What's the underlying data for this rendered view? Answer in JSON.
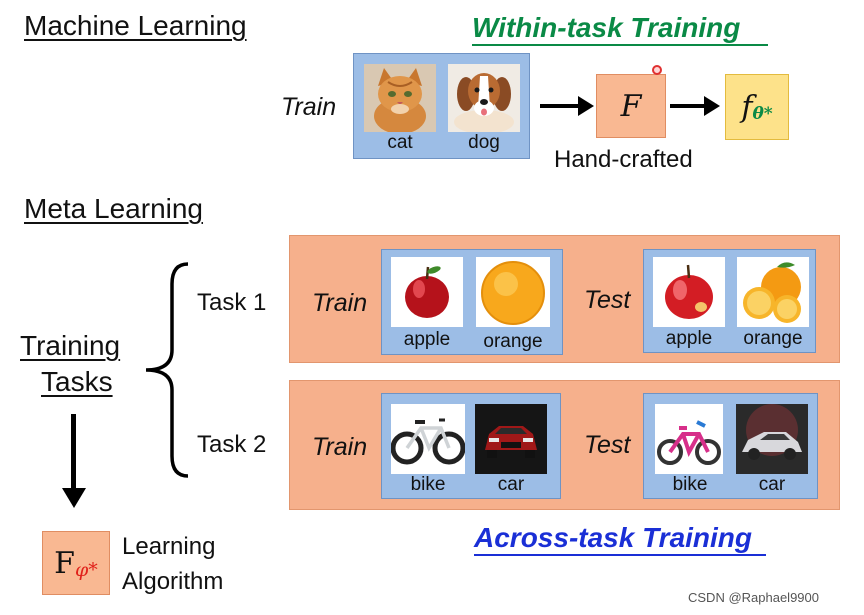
{
  "top": {
    "machine_learning_heading": "Machine Learning",
    "within_task_title": "Within-task Training",
    "train_label": "Train",
    "images": [
      {
        "caption": "cat",
        "icon": "cat-photo-icon"
      },
      {
        "caption": "dog",
        "icon": "dog-photo-icon"
      }
    ],
    "f_label": "F",
    "hand_crafted_label": "Hand-crafted",
    "f_theta_symbol": "f",
    "f_theta_subscript": "θ*"
  },
  "meta": {
    "meta_learning_heading": "Meta Learning",
    "training_tasks_line1": "Training",
    "training_tasks_line2": "Tasks",
    "tasks": [
      {
        "label": "Task 1",
        "train_label": "Train",
        "test_label": "Test",
        "train_images": [
          {
            "caption": "apple",
            "icon": "apple-photo-icon"
          },
          {
            "caption": "orange",
            "icon": "orange-photo-icon"
          }
        ],
        "test_images": [
          {
            "caption": "apple",
            "icon": "apple-photo-icon"
          },
          {
            "caption": "orange",
            "icon": "orange-slices-photo-icon"
          }
        ]
      },
      {
        "label": "Task 2",
        "train_label": "Train",
        "test_label": "Test",
        "train_images": [
          {
            "caption": "bike",
            "icon": "bike-photo-icon"
          },
          {
            "caption": "car",
            "icon": "car-photo-icon"
          }
        ],
        "test_images": [
          {
            "caption": "bike",
            "icon": "kids-bike-photo-icon"
          },
          {
            "caption": "car",
            "icon": "car-photo-icon"
          }
        ]
      }
    ],
    "across_task_title": "Across-task Training",
    "f_phi_symbol": "F",
    "f_phi_subscript": "φ*",
    "learning_algorithm_line1": "Learning",
    "learning_algorithm_line2": "Algorithm"
  },
  "watermark": "CSDN @Raphael9900",
  "colors": {
    "green_title": "#0a8a46",
    "blue_title": "#1a2fd6",
    "blue_box": "#9cbde6",
    "orange_band": "#f6b08c",
    "f_box": "#f9b892",
    "yellow_box": "#fde28a",
    "phi_red": "#e0201a"
  }
}
